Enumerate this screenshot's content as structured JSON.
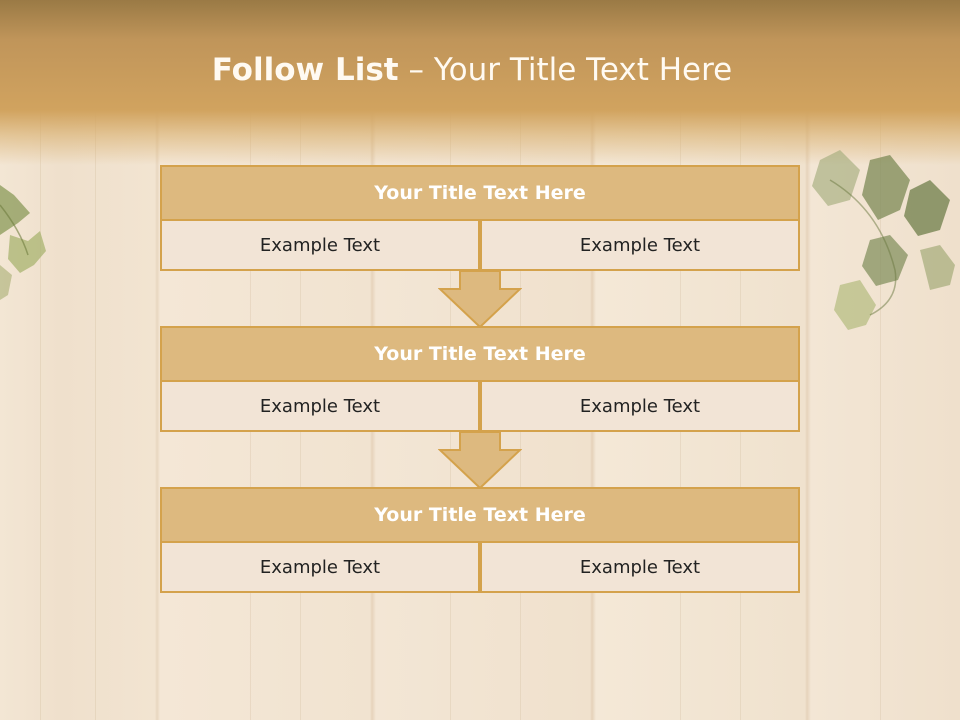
{
  "slide": {
    "title_bold": "Follow List",
    "title_rest": " – Your Title Text Here"
  },
  "colors": {
    "header": "#c99b58",
    "block_title_fill": "#ddb97f",
    "block_border": "#d4a24c",
    "cell_fill": "#f2e4d6",
    "arrow_fill": "#ddb97f"
  },
  "blocks": [
    {
      "title": "Your Title Text Here",
      "left": "Example Text",
      "right": "Example Text"
    },
    {
      "title": "Your Title Text Here",
      "left": "Example Text",
      "right": "Example Text"
    },
    {
      "title": "Your Title Text Here",
      "left": "Example Text",
      "right": "Example Text"
    }
  ],
  "decor": {
    "left_leaf_icon": "ivy-leaf-icon",
    "right_leaf_icon": "ivy-leaf-icon",
    "arrow_icon": "down-arrow-icon"
  }
}
